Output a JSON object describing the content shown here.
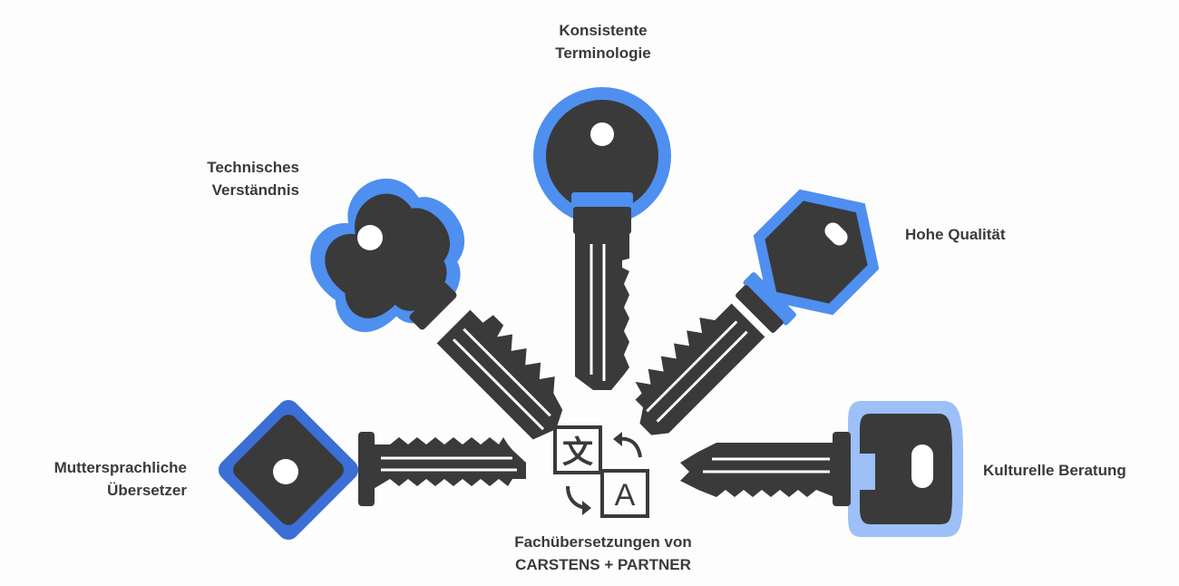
{
  "colors": {
    "key_body": "#3a3a3a",
    "key_blade_line": "#ffffff",
    "ring_blue": "#4e8ff0",
    "ring_dark_blue": "#3c6fd6",
    "ring_light_blue": "#9cc0f7",
    "hole": "#ffffff",
    "text": "#3a3a3a",
    "background": "#fdfdfd"
  },
  "center": {
    "icon": "translate-icon",
    "glyph_cjk": "文",
    "glyph_latin": "A",
    "title_line1": "Fachübersetzungen von",
    "title_line2": "CARSTENS + PARTNER"
  },
  "keys": {
    "top": {
      "line1": "Konsistente",
      "line2": "Terminologie",
      "icon": "round-key-icon"
    },
    "top_left": {
      "line1": "Technisches",
      "line2": "Verständnis",
      "icon": "clover-key-icon"
    },
    "top_right": {
      "line1": "Hohe Qualität",
      "icon": "hexagon-key-icon"
    },
    "left": {
      "line1": "Muttersprachliche",
      "line2": "Übersetzer",
      "icon": "diamond-key-icon"
    },
    "right": {
      "line1": "Kulturelle Beratung",
      "icon": "rounded-square-key-icon"
    }
  }
}
